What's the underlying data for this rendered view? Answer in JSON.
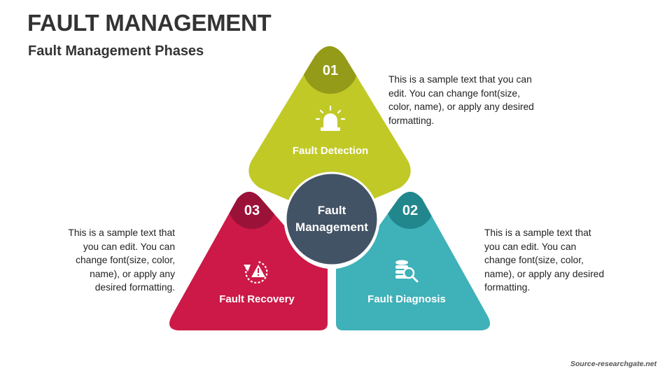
{
  "title": "FAULT MANAGEMENT",
  "subtitle": "Fault Management Phases",
  "center": {
    "line1": "Fault",
    "line2": "Management",
    "color": "#435366"
  },
  "phases": [
    {
      "number": "01",
      "label": "Fault Detection",
      "icon": "alarm-siren-icon",
      "color": "#c1c927",
      "badge_color": "#949b18",
      "description": "This is a sample text that you can edit. You can change font(size, color, name), or apply any desired formatting."
    },
    {
      "number": "02",
      "label": "Fault Diagnosis",
      "icon": "database-search-icon",
      "color": "#3fb1b8",
      "badge_color": "#21878d",
      "description": "This is a sample text that you can edit. You can change font(size, color, name), or apply any desired formatting."
    },
    {
      "number": "03",
      "label": "Fault Recovery",
      "icon": "recovery-warning-icon",
      "color": "#cc1947",
      "badge_color": "#9b1238",
      "description": "This is a sample text that you can edit. You can change font(size, color, name), or apply any desired formatting."
    }
  ],
  "source": "Source-researchgate.net"
}
